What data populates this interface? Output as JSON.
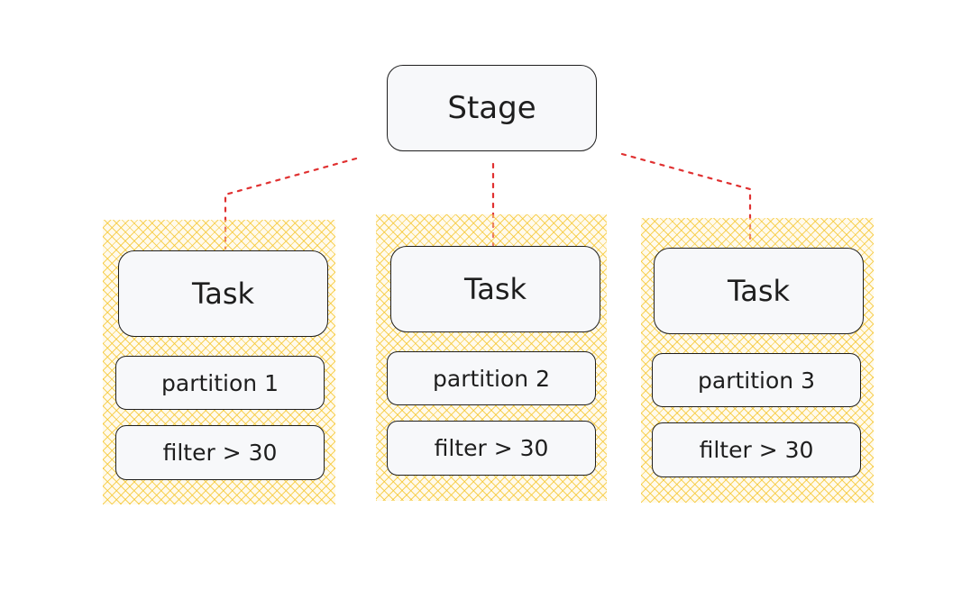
{
  "stage": {
    "label": "Stage"
  },
  "tasks": [
    {
      "label": "Task",
      "partition": "partition 1",
      "filter": "filter > 30"
    },
    {
      "label": "Task",
      "partition": "partition 2",
      "filter": "filter > 30"
    },
    {
      "label": "Task",
      "partition": "partition 3",
      "filter": "filter > 30"
    }
  ],
  "colors": {
    "connector": "#e03131",
    "hatch": "#f5c428",
    "box_fill": "#f7f8fa",
    "box_stroke": "#1e1e1e"
  }
}
